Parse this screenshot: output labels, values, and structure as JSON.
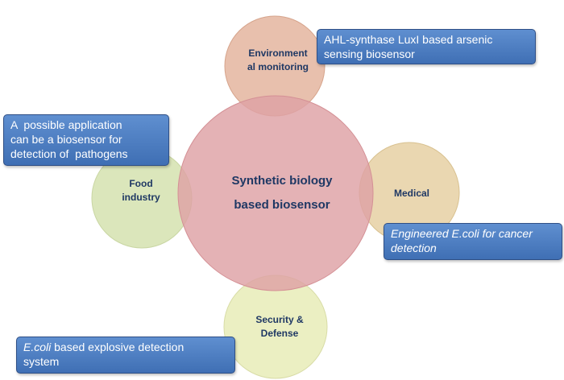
{
  "center": {
    "line1": "Synthetic  biology",
    "line2": "based biosensor"
  },
  "nodes": {
    "environment": {
      "line1": "Environment",
      "line2": "al monitoring"
    },
    "food": {
      "line1": "Food",
      "line2": "industry"
    },
    "medical": {
      "label": "Medical"
    },
    "security": {
      "line1": "Security &",
      "line2": "Defense"
    }
  },
  "callouts": {
    "environment": {
      "line1": "AHL-synthase LuxI based arsenic",
      "line2": "sensing biosensor"
    },
    "food": {
      "line1": "A  possible application",
      "line2": "can be a biosensor for",
      "line3": "detection of  pathogens"
    },
    "medical": {
      "line1": "Engineered E.coli for cancer",
      "line2": "detection"
    },
    "security": {
      "italic": "E.coli",
      "rest": " based explosive detection",
      "line2": "system"
    }
  },
  "colors": {
    "center": "#dea1a5",
    "environment": "#e4b59f",
    "food": "#d7e3b4",
    "medical": "#e8d3a8",
    "security": "#e9edbb",
    "callout": "#4f7fc4"
  }
}
